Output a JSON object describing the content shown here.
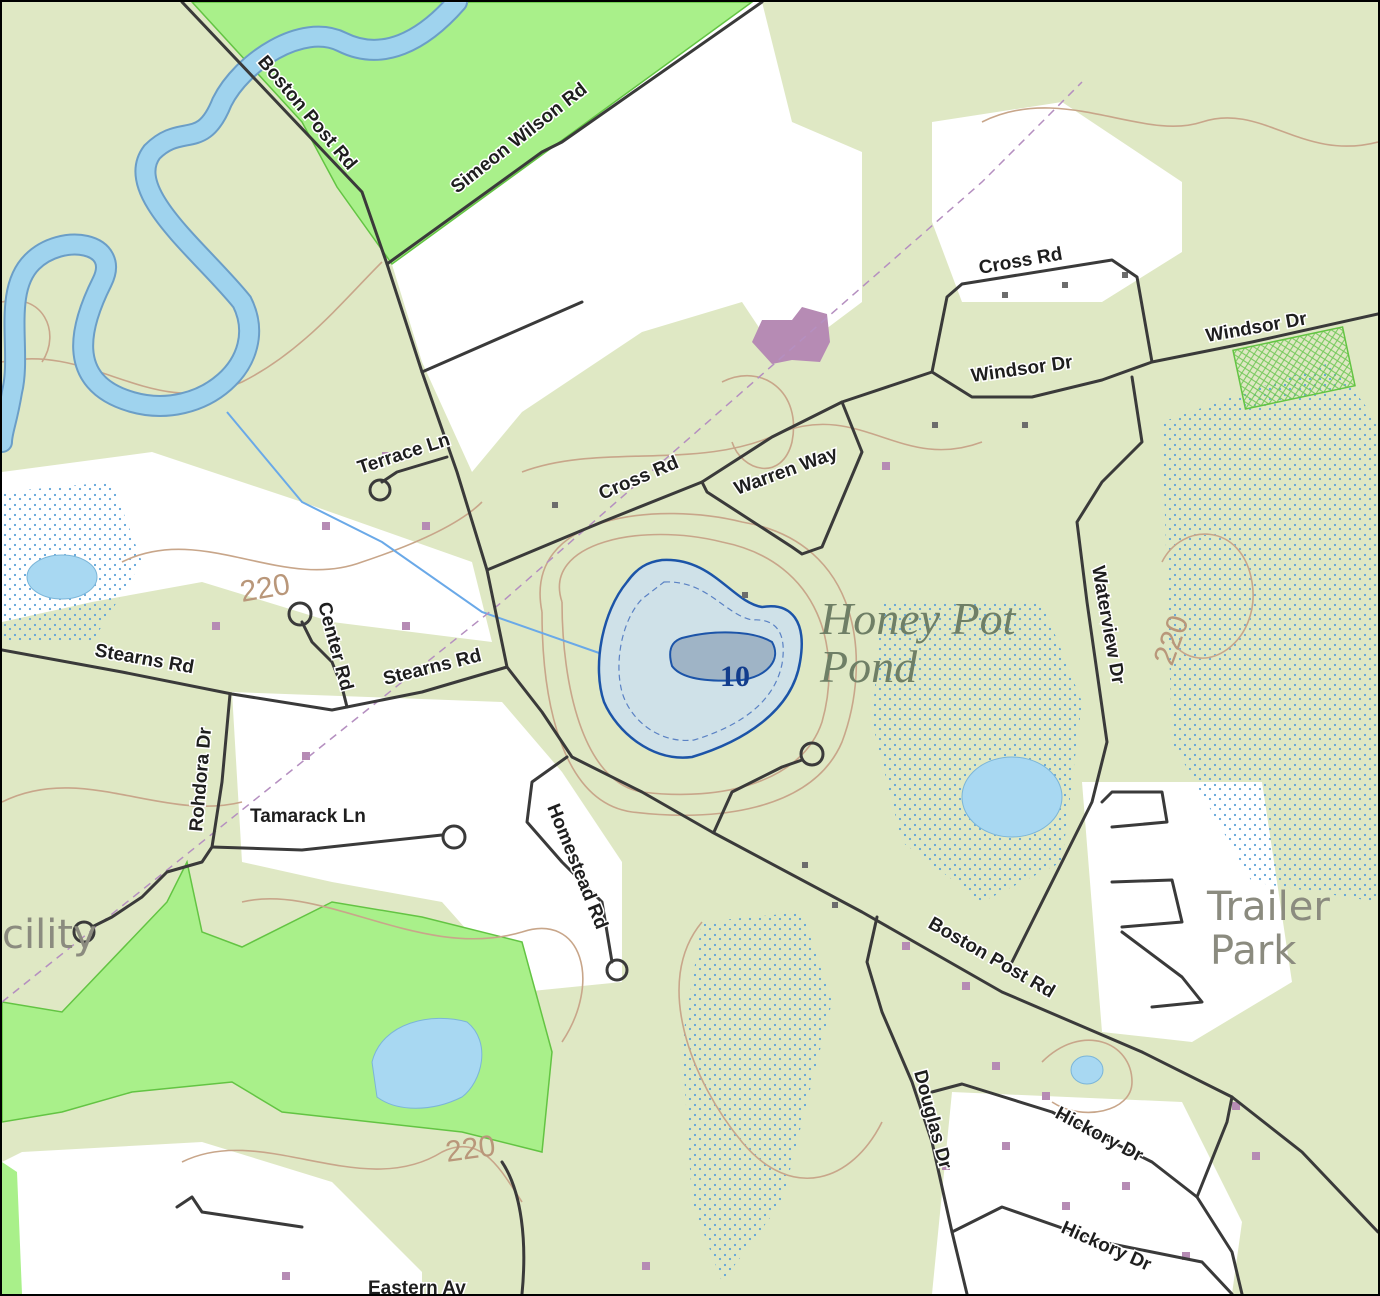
{
  "map": {
    "roads": {
      "boston_post_rd": "Boston Post Rd",
      "simeon_wilson_rd": "Simeon Wilson Rd",
      "cross_rd": "Cross Rd",
      "windsor_dr": "Windsor Dr",
      "terrace_ln": "Terrace Ln",
      "warren_way": "Warren Way",
      "stearns_rd": "Stearns Rd",
      "center_rd": "Center Rd",
      "waterview_dr": "Waterview Dr",
      "rohdora_dr": "Rohdora Dr",
      "tamarack_ln": "Tamarack Ln",
      "homestead_rd": "Homestead Rd",
      "douglas_dr": "Douglas Dr",
      "hickory_dr": "Hickory Dr",
      "eastern_av": "Eastern Av"
    },
    "water": {
      "pond_name_line1": "Honey Pot",
      "pond_name_line2": "Pond",
      "pond_depth": "10"
    },
    "places": {
      "trailer_line1": "Trailer",
      "trailer_line2": "Park",
      "facility_fragment": "cility"
    },
    "contours": {
      "elev_a": "220",
      "elev_b": "220",
      "elev_c": "220"
    },
    "colors": {
      "woodland": "#dfe8c4",
      "open_land": "#ffffff",
      "river": "#9fd3ee",
      "pond_light": "#cfe1e8",
      "pond_deep": "#9fb4c6",
      "protected_land": "#a9f08a",
      "contour": "#c8a68a",
      "road": "#3a3a3a",
      "building": "#b68bb4"
    }
  }
}
